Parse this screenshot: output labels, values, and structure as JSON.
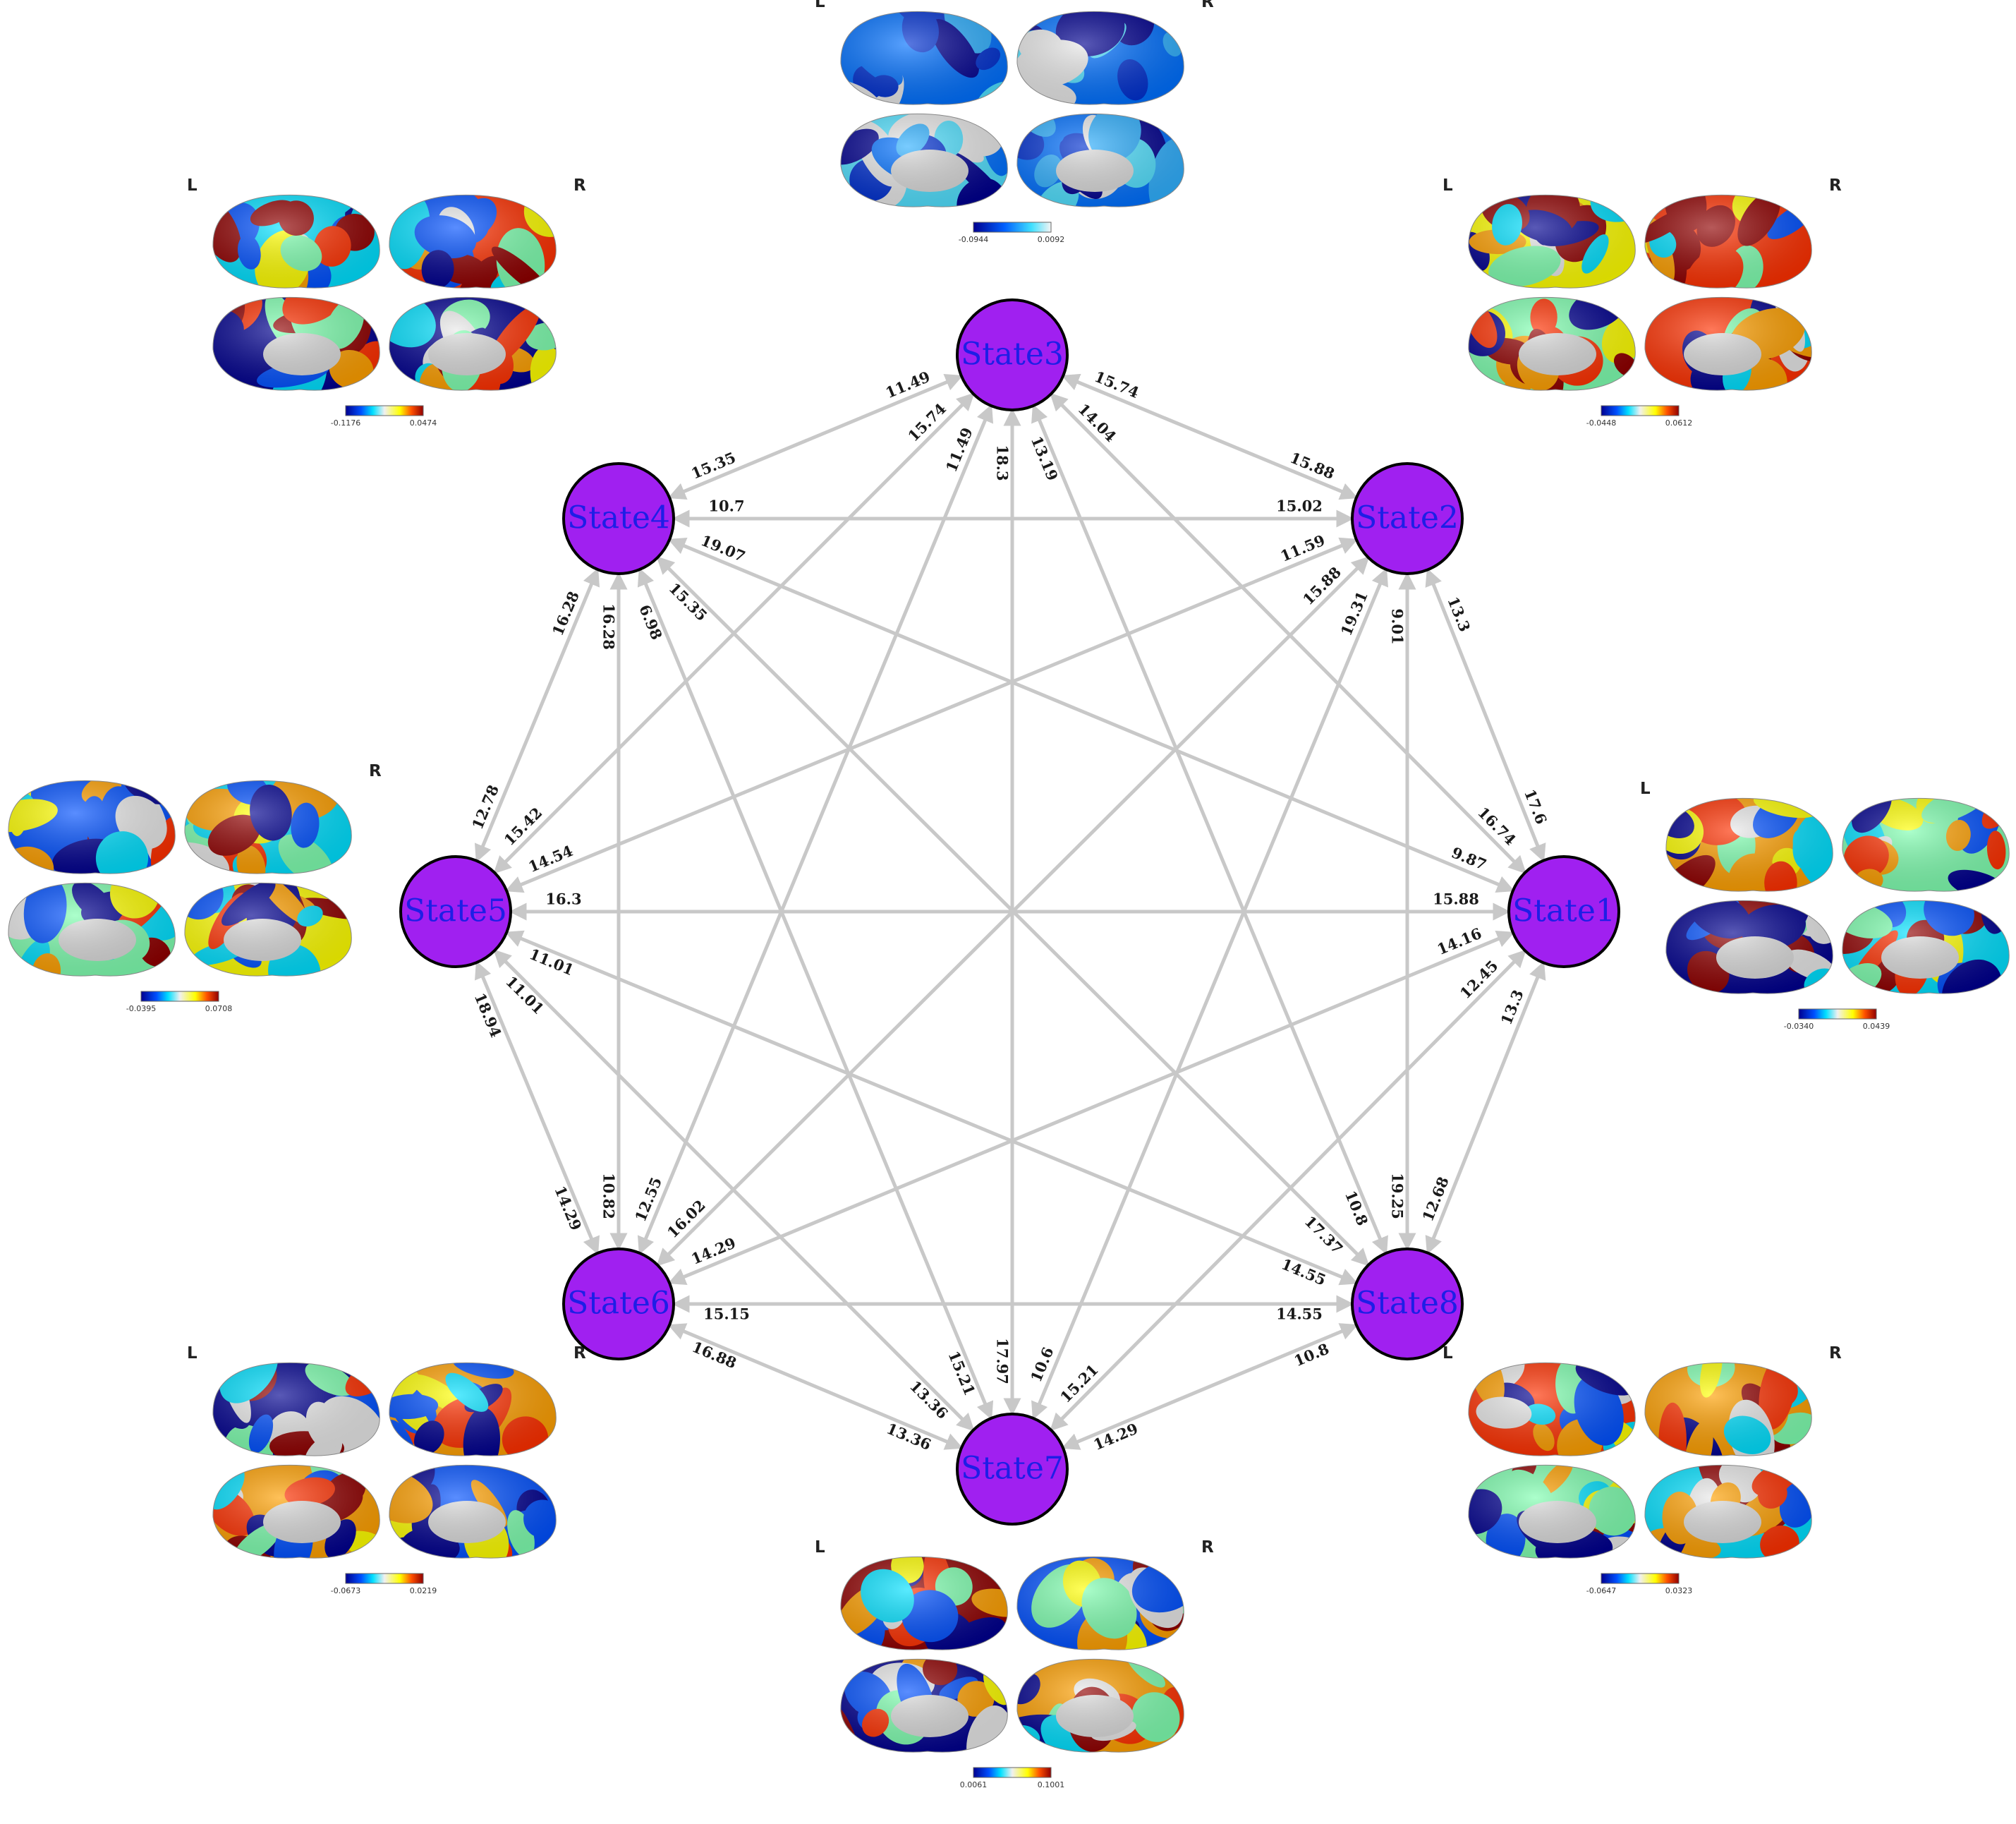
{
  "colors": {
    "node_fill": "#a020f0",
    "node_text": "#1e1ee6",
    "edge": "#c8c8c8"
  },
  "hemisphere_labels": {
    "left": "L",
    "right": "R"
  },
  "nodes": [
    {
      "id": "State1",
      "label": "State1"
    },
    {
      "id": "State2",
      "label": "State2"
    },
    {
      "id": "State3",
      "label": "State3"
    },
    {
      "id": "State4",
      "label": "State4"
    },
    {
      "id": "State5",
      "label": "State5"
    },
    {
      "id": "State6",
      "label": "State6"
    },
    {
      "id": "State7",
      "label": "State7"
    },
    {
      "id": "State8",
      "label": "State8"
    }
  ],
  "brain_panels": [
    {
      "state": "State1",
      "colormap": "jet",
      "scale_min": "-0.0340",
      "scale_max": "0.0439"
    },
    {
      "state": "State2",
      "colormap": "jet",
      "scale_min": "-0.0448",
      "scale_max": "0.0612"
    },
    {
      "state": "State3",
      "colormap": "blue",
      "scale_min": "-0.0944",
      "scale_max": "0.0092"
    },
    {
      "state": "State4",
      "colormap": "jet",
      "scale_min": "-0.1176",
      "scale_max": "0.0474"
    },
    {
      "state": "State5",
      "colormap": "jet",
      "scale_min": "-0.0395",
      "scale_max": "0.0708"
    },
    {
      "state": "State6",
      "colormap": "jet",
      "scale_min": "-0.0673",
      "scale_max": "0.0219"
    },
    {
      "state": "State7",
      "colormap": "jet",
      "scale_min": "0.0061",
      "scale_max": "0.1001"
    },
    {
      "state": "State8",
      "colormap": "jet",
      "scale_min": "-0.0647",
      "scale_max": "0.0323"
    }
  ],
  "edges": [
    {
      "a": "State1",
      "b": "State2",
      "label_near_a": "17.6",
      "label_near_b": "13.3"
    },
    {
      "a": "State1",
      "b": "State3",
      "label_near_a": "16.74",
      "label_near_b": "14.04"
    },
    {
      "a": "State1",
      "b": "State4",
      "label_near_a": "9.87",
      "label_near_b": "19.07"
    },
    {
      "a": "State1",
      "b": "State5",
      "label_near_a": "15.88",
      "label_near_b": "16.3"
    },
    {
      "a": "State1",
      "b": "State6",
      "label_near_a": "14.16",
      "label_near_b": "14.29"
    },
    {
      "a": "State1",
      "b": "State7",
      "label_near_a": "12.45",
      "label_near_b": "15.21"
    },
    {
      "a": "State1",
      "b": "State8",
      "label_near_a": "13.3",
      "label_near_b": "12.68"
    },
    {
      "a": "State2",
      "b": "State3",
      "label_near_a": "15.88",
      "label_near_b": "15.74"
    },
    {
      "a": "State2",
      "b": "State4",
      "label_near_a": "15.02",
      "label_near_b": "10.7"
    },
    {
      "a": "State2",
      "b": "State5",
      "label_near_a": "11.59",
      "label_near_b": "14.54"
    },
    {
      "a": "State2",
      "b": "State6",
      "label_near_a": "15.88",
      "label_near_b": "16.02"
    },
    {
      "a": "State2",
      "b": "State7",
      "label_near_a": "19.31",
      "label_near_b": "10.6"
    },
    {
      "a": "State2",
      "b": "State8",
      "label_near_a": "9.01",
      "label_near_b": "19.25"
    },
    {
      "a": "State3",
      "b": "State4",
      "label_near_a": "11.49",
      "label_near_b": "15.35"
    },
    {
      "a": "State3",
      "b": "State5",
      "label_near_a": "15.74",
      "label_near_b": "15.42"
    },
    {
      "a": "State3",
      "b": "State6",
      "label_near_a": "11.49",
      "label_near_b": "12.55"
    },
    {
      "a": "State3",
      "b": "State7",
      "label_near_a": "18.3",
      "label_near_b": "17.97"
    },
    {
      "a": "State3",
      "b": "State8",
      "label_near_a": "13.19",
      "label_near_b": "10.8"
    },
    {
      "a": "State4",
      "b": "State5",
      "label_near_a": "16.28",
      "label_near_b": "12.78"
    },
    {
      "a": "State4",
      "b": "State6",
      "label_near_a": "16.28",
      "label_near_b": "10.82"
    },
    {
      "a": "State4",
      "b": "State7",
      "label_near_a": "6.98",
      "label_near_b": "15.21"
    },
    {
      "a": "State4",
      "b": "State8",
      "label_near_a": "15.35",
      "label_near_b": "17.37"
    },
    {
      "a": "State5",
      "b": "State6",
      "label_near_a": "18.94",
      "label_near_b": "14.29"
    },
    {
      "a": "State5",
      "b": "State7",
      "label_near_a": "11.01",
      "label_near_b": "13.36"
    },
    {
      "a": "State5",
      "b": "State8",
      "label_near_a": "11.01",
      "label_near_b": "14.55"
    },
    {
      "a": "State6",
      "b": "State7",
      "label_near_a": "16.88",
      "label_near_b": "13.36"
    },
    {
      "a": "State6",
      "b": "State8",
      "label_near_a": "15.15",
      "label_near_b": "14.55"
    },
    {
      "a": "State7",
      "b": "State8",
      "label_near_a": "14.29",
      "label_near_b": "10.8"
    }
  ]
}
